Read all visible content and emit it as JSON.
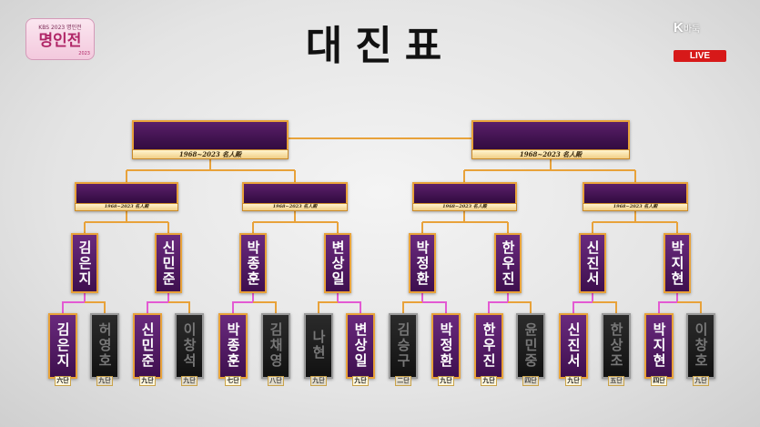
{
  "logo": {
    "small": "KBS 2023 명인전",
    "big": "명인전",
    "tiny": "2023"
  },
  "title": "대진표",
  "broadcaster": {
    "name": "K",
    "sub": "바둑",
    "live": "LIVE"
  },
  "colors": {
    "win": "#e35ad3",
    "line": "#e8a23a"
  },
  "era_label": "1968~2023 名人殿",
  "semifinalists": [
    "김은지",
    "신민준",
    "박종훈",
    "변상일",
    "박정환",
    "한우진",
    "신진서",
    "박지현"
  ],
  "players": [
    {
      "name": "김은지",
      "rank": "六단",
      "won": true
    },
    {
      "name": "허영호",
      "rank": "九단",
      "won": false
    },
    {
      "name": "신민준",
      "rank": "九단",
      "won": true
    },
    {
      "name": "이창석",
      "rank": "九단",
      "won": false
    },
    {
      "name": "박종훈",
      "rank": "七단",
      "won": true
    },
    {
      "name": "김채영",
      "rank": "八단",
      "won": false
    },
    {
      "name": "나현",
      "rank": "九단",
      "won": false
    },
    {
      "name": "변상일",
      "rank": "九단",
      "won": true
    },
    {
      "name": "김승구",
      "rank": "二단",
      "won": false
    },
    {
      "name": "박정환",
      "rank": "九단",
      "won": true
    },
    {
      "name": "한우진",
      "rank": "九단",
      "won": true
    },
    {
      "name": "윤민중",
      "rank": "四단",
      "won": false
    },
    {
      "name": "신진서",
      "rank": "九단",
      "won": true
    },
    {
      "name": "한상조",
      "rank": "五단",
      "won": false
    },
    {
      "name": "박지현",
      "rank": "四단",
      "won": true
    },
    {
      "name": "이창호",
      "rank": "九단",
      "won": false
    }
  ]
}
